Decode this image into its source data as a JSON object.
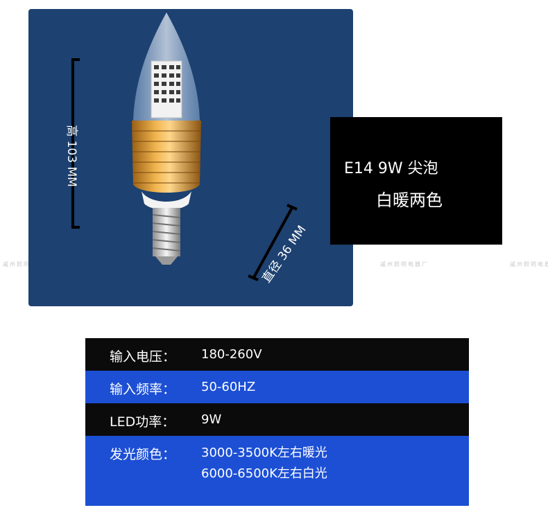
{
  "product": {
    "height_label": "高 103 MM",
    "diameter_label": "直径 36 MM",
    "title_line1": "E14 9W 尖泡",
    "title_line2": "白暖两色"
  },
  "watermark": "戚州照明电器厂",
  "specs": [
    {
      "label": "输入电压：",
      "values": [
        "180-260V"
      ],
      "bg": "#0b0b0b"
    },
    {
      "label": "输入频率：",
      "values": [
        "50-60HZ"
      ],
      "bg": "#1c4fd4"
    },
    {
      "label": "LED功率：",
      "values": [
        "9W"
      ],
      "bg": "#0b0b0b"
    },
    {
      "label": "发光颜色：",
      "values": [
        "3000-3500K左右暖光",
        "6000-6500K左右白光"
      ],
      "bg": "#1c4fd4"
    }
  ],
  "colors": {
    "panel": "#1d4170",
    "gold_base": "#c8892d",
    "row_dark": "#0b0b0b",
    "row_blue": "#1c4fd4"
  }
}
